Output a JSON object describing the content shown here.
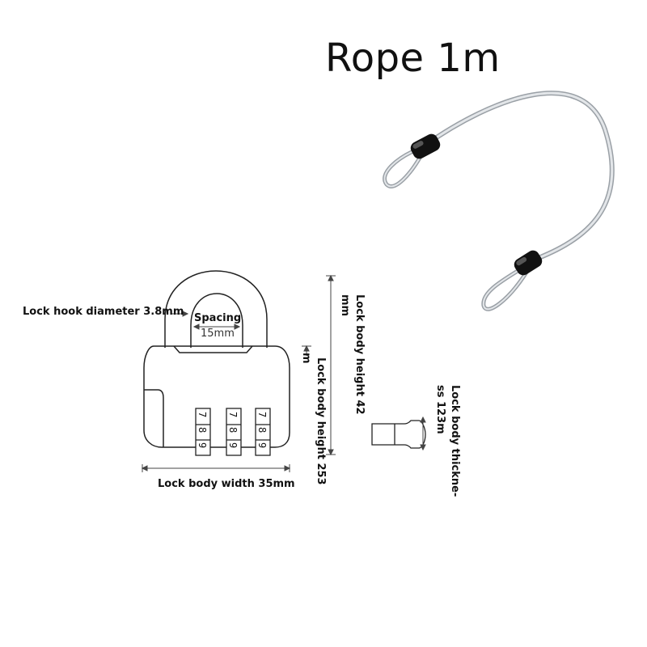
{
  "title": "Rope 1m",
  "labels": {
    "hook_diameter": "Lock hook diameter 3.8mm",
    "spacing": "Spacing",
    "spacing_value": "15mm",
    "body_width": "Lock body width 35mm",
    "body_height_42_line1": "Lock body height 42",
    "body_height_42_line2": "mm",
    "body_height_25_line1": "Lock body height 253",
    "body_height_25_line2": "m",
    "thickness_line1": "Lock body thickne-",
    "thickness_line2": "ss 123m"
  },
  "dials": [
    {
      "digits": [
        "7",
        "8",
        "9"
      ]
    },
    {
      "digits": [
        "7",
        "8",
        "9"
      ]
    },
    {
      "digits": [
        "7",
        "8",
        "9"
      ]
    }
  ]
}
